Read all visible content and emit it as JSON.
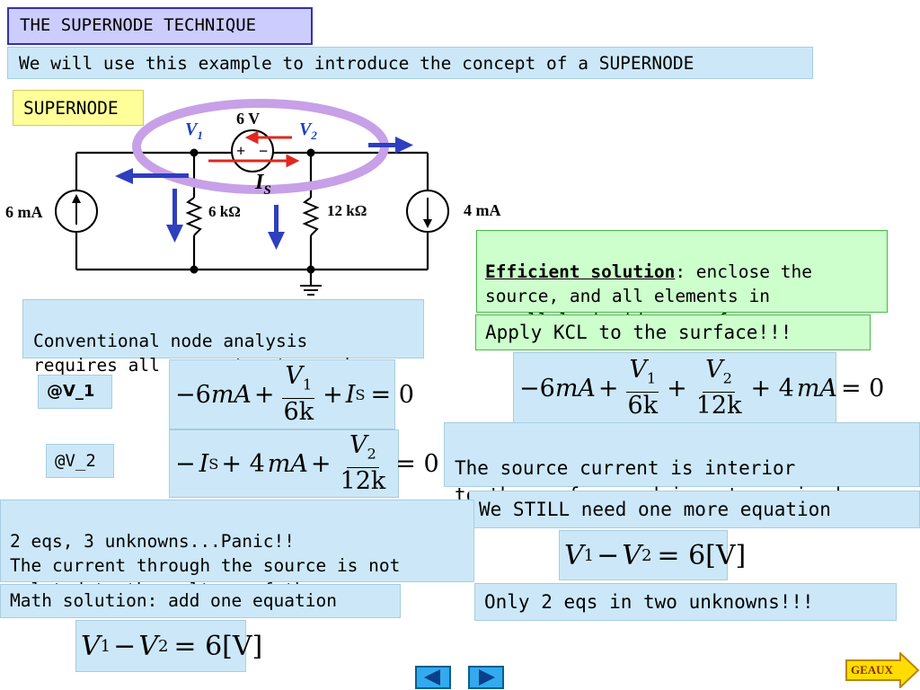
{
  "title": "THE SUPERNODE TECHNIQUE",
  "intro": "We will use this example to introduce the concept of a SUPERNODE",
  "supernode_label": "SUPERNODE",
  "circuit": {
    "source_voltage": "6 V",
    "v1": "V",
    "v1_sub": "1",
    "v2": "V",
    "v2_sub": "2",
    "is": "I",
    "is_sub": "S",
    "left_current": "6 mA",
    "right_current": "4 mA",
    "r1": "6 kΩ",
    "r2": "12 kΩ",
    "plus": "+",
    "minus": "−"
  },
  "efficient": {
    "heading": "Efficient solution",
    "text_rest": ": enclose the",
    "line2": "source, and all elements in",
    "line3": "parallel, inside a surface."
  },
  "apply_kcl": "Apply KCL to the surface!!!",
  "conventional": {
    "line1": "Conventional node analysis",
    "line2": "requires all currents at a node"
  },
  "at_v1": "@V_1",
  "at_v2": "@V_2",
  "eq_v1": {
    "lhs1": "−6",
    "unit": "mA",
    "plus": "+",
    "num": "V",
    "num_sub": "1",
    "den": "6k",
    "plus2": "+",
    "is": "I",
    "is_sub": "S",
    "rhs": "= 0"
  },
  "eq_v2": {
    "lhs1": "−",
    "is": "I",
    "is_sub": "S",
    "plus": "+ 4",
    "unit": "mA",
    "plus2": "+",
    "num": "V",
    "num_sub": "2",
    "den": "12k",
    "rhs": "= 0"
  },
  "eq_surface": {
    "lhs1": "−6",
    "unit": "mA",
    "plus": "+",
    "num1": "V",
    "num1_sub": "1",
    "den1": "6k",
    "plus2": "+",
    "num2": "V",
    "num2_sub": "2",
    "den2": "12k",
    "plus3": "+ 4",
    "unit2": "mA",
    "rhs": "= 0"
  },
  "interior": {
    "line1": "The source current is interior",
    "line2": "to the surface and is not required"
  },
  "still_need": "We STILL need one more equation",
  "constraint": {
    "v1": "V",
    "v1_sub": "1",
    "minus": "−",
    "v2": "V",
    "v2_sub": "2",
    "rhs": "= 6[V]"
  },
  "panic": {
    "line1": "2 eqs, 3 unknowns...Panic!!",
    "line2": "The current through the source is not",
    "line3": "related to the voltage of the source"
  },
  "math_solution": "Math solution: add one equation",
  "only_two": "Only 2 eqs in two unknowns!!!",
  "geaux": "GEAUX",
  "colors": {
    "title_bg": "#ccccff",
    "box_blue": "#cce8f8",
    "box_green": "#ccffcc",
    "box_yellow": "#ffff99",
    "ellipse": "#c7a0e8",
    "arrow_blue": "#2e3fbf",
    "arrow_red": "#e0281e",
    "node_label": "#1a3fbf",
    "nav": "#33aaee",
    "geaux": "#ffdd00"
  },
  "icons": {
    "prev": "left-triangle-icon",
    "next": "right-triangle-icon"
  }
}
